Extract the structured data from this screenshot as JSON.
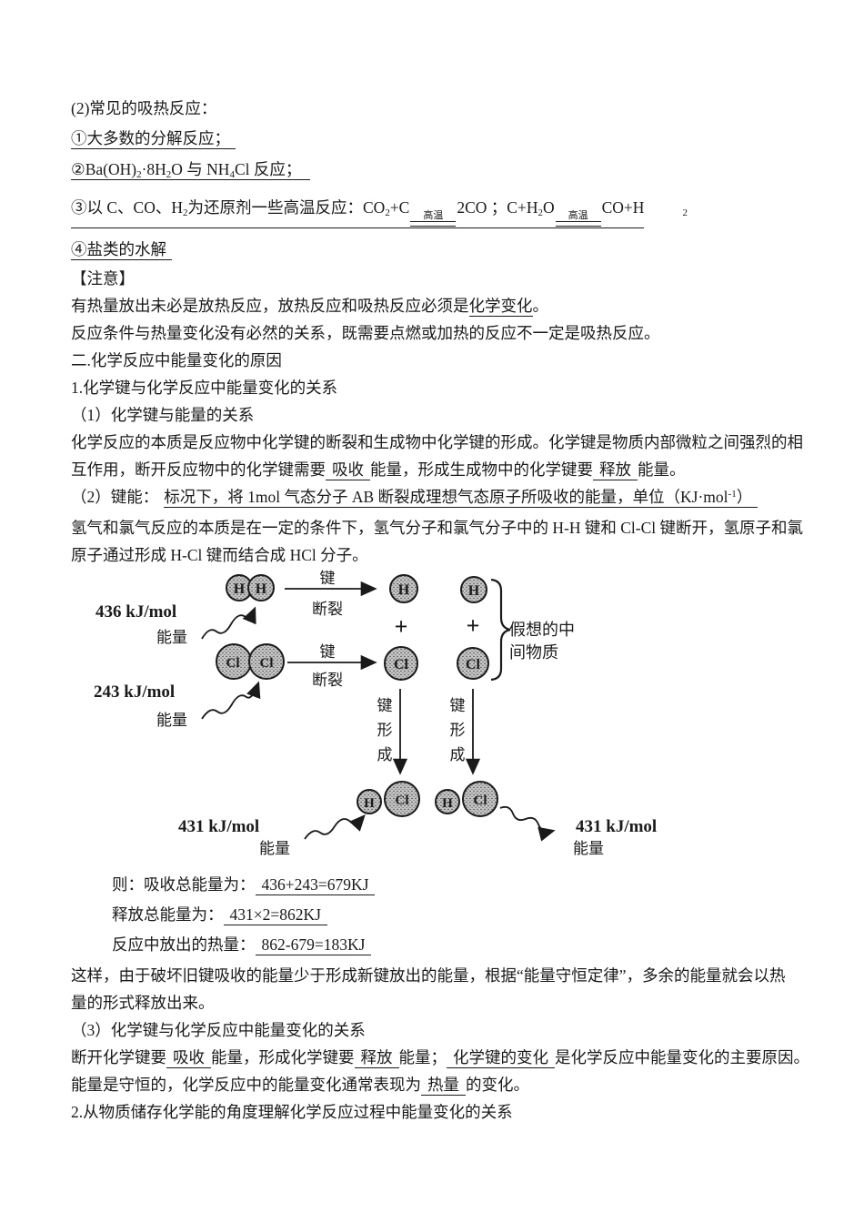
{
  "doc": {
    "p1": "(2)常见的吸热反应：",
    "p2": "①大多数的分解反应；",
    "p3": [
      "②Ba(OH)",
      "2",
      "·8H",
      "2",
      "O 与 NH",
      "4",
      "Cl 反应；"
    ],
    "p4": [
      "③以 C、CO、H",
      "2",
      "为还原剂一些高温反应：CO",
      "2",
      "+C",
      "高温",
      "2CO ；C+H",
      "2",
      "O",
      "高温",
      "CO+H",
      "2"
    ],
    "p5": "④盐类的水解",
    "p6": "【注意】",
    "p7": [
      "有热量放出未必是放热反应，放热反应和吸热反应必须是",
      "化学变化",
      "。"
    ],
    "p8": "反应条件与热量变化没有必然的关系，既需要点燃或加热的反应不一定是吸热反应。",
    "p9": "二.化学反应中能量变化的原因",
    "p10": "1.化学键与化学反应中能量变化的关系",
    "p11": "（1）化学键与能量的关系",
    "p12": "化学反应的本质是反应物中化学键的断裂和生成物中化学键的形成。化学键是物质内部微粒之间强烈的相",
    "p13": [
      "互作用，断开反应物中的化学键需要",
      "吸收",
      "能量，形成生成物中的化学键要",
      "释放",
      "能量。"
    ],
    "p14": [
      "（2）键能：",
      "标况下，将 1mol 气态分子 AB 断裂成理想气态原子所吸收的能量，单位（KJ·mol",
      "-1",
      "）"
    ],
    "p15": "氢气和氯气反应的本质是在一定的条件下，氢气分子和氯气分子中的 H-H 键和 Cl-Cl 键断开，氢原子和氯",
    "p16": "原子通过形成 H-Cl 键而结合成 HCl 分子。",
    "p17": [
      "则：吸收总能量为：",
      "436+243=679KJ"
    ],
    "p18": [
      "释放总能量为：",
      "431×2=862KJ"
    ],
    "p19": [
      "反应中放出的热量：",
      "862-679=183KJ"
    ],
    "p20": "这样，由于破坏旧键吸收的能量少于形成新键放出的能量，根据“能量守恒定律”，多余的能量就会以热",
    "p21": "量的形式释放出来。",
    "p22": "（3）化学键与化学反应中能量变化的关系",
    "p23": [
      "断开化学键要",
      "吸收",
      "能量，形成化学键要",
      "释放",
      "能量；",
      "化学键的变化",
      "是化学反应中能量变化的主要原因。"
    ],
    "p24": [
      "能量是守恒的，化学反应中的能量变化通常表现为",
      "热量",
      "的变化。"
    ],
    "p25": "2.从物质储存化学能的角度理解化学反应过程中能量变化的关系"
  },
  "diagram": {
    "h": "H",
    "cl": "Cl",
    "bond": "键",
    "break": "断裂",
    "form1": "键",
    "form2": "形",
    "form3": "成",
    "energy": "能量",
    "plus": "+",
    "e_hh": "436 kJ/mol",
    "e_clcl": "243 kJ/mol",
    "e_hcl_left": "431 kJ/mol",
    "e_hcl_right": "431 kJ/mol",
    "brace1": "假想的中",
    "brace2": "间物质"
  }
}
